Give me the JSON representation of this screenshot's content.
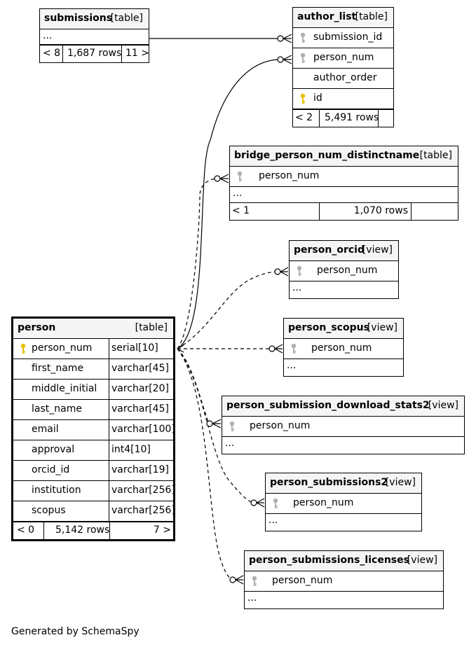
{
  "generated_by": "Generated by SchemaSpy",
  "colors": {
    "primary_key": "#e6c200",
    "foreign_key": "#b0b0b0",
    "header_bg": "#f5f5f5"
  },
  "tables": {
    "submissions": {
      "name": "submissions",
      "kind": "[table]",
      "ellipsis": "...",
      "foot_left": "< 8",
      "foot_mid": "1,687 rows",
      "foot_right": "11 >"
    },
    "author_list": {
      "name": "author_list",
      "kind": "[table]",
      "col0": "submission_id",
      "col1": "person_num",
      "col2": "author_order",
      "col3": "id",
      "foot_left": "< 2",
      "foot_mid": "5,491 rows"
    },
    "bridge": {
      "name": "bridge_person_num_distinctname",
      "kind": "[table]",
      "col0": "person_num",
      "ellipsis": "...",
      "foot_left": "< 1",
      "foot_mid": "1,070 rows"
    },
    "person_orcid": {
      "name": "person_orcid",
      "kind": "[view]",
      "col0": "person_num",
      "ellipsis": "..."
    },
    "person_scopus": {
      "name": "person_scopus",
      "kind": "[view]",
      "col0": "person_num",
      "ellipsis": "..."
    },
    "download_stats": {
      "name": "person_submission_download_stats2",
      "kind": "[view]",
      "col0": "person_num",
      "ellipsis": "..."
    },
    "submissions2": {
      "name": "person_submissions2",
      "kind": "[view]",
      "col0": "person_num",
      "ellipsis": "..."
    },
    "licenses": {
      "name": "person_submissions_licenses",
      "kind": "[view]",
      "col0": "person_num",
      "ellipsis": "..."
    },
    "person": {
      "name": "person",
      "kind": "[table]",
      "columns": [
        {
          "name": "person_num",
          "type": "serial[10]"
        },
        {
          "name": "first_name",
          "type": "varchar[45]"
        },
        {
          "name": "middle_initial",
          "type": "varchar[20]"
        },
        {
          "name": "last_name",
          "type": "varchar[45]"
        },
        {
          "name": "email",
          "type": "varchar[100]"
        },
        {
          "name": "approval",
          "type": "int4[10]"
        },
        {
          "name": "orcid_id",
          "type": "varchar[19]"
        },
        {
          "name": "institution",
          "type": "varchar[256]"
        },
        {
          "name": "scopus",
          "type": "varchar[256]"
        }
      ],
      "foot_left": "< 0",
      "foot_mid": "5,142 rows",
      "foot_right": "7 >"
    }
  }
}
